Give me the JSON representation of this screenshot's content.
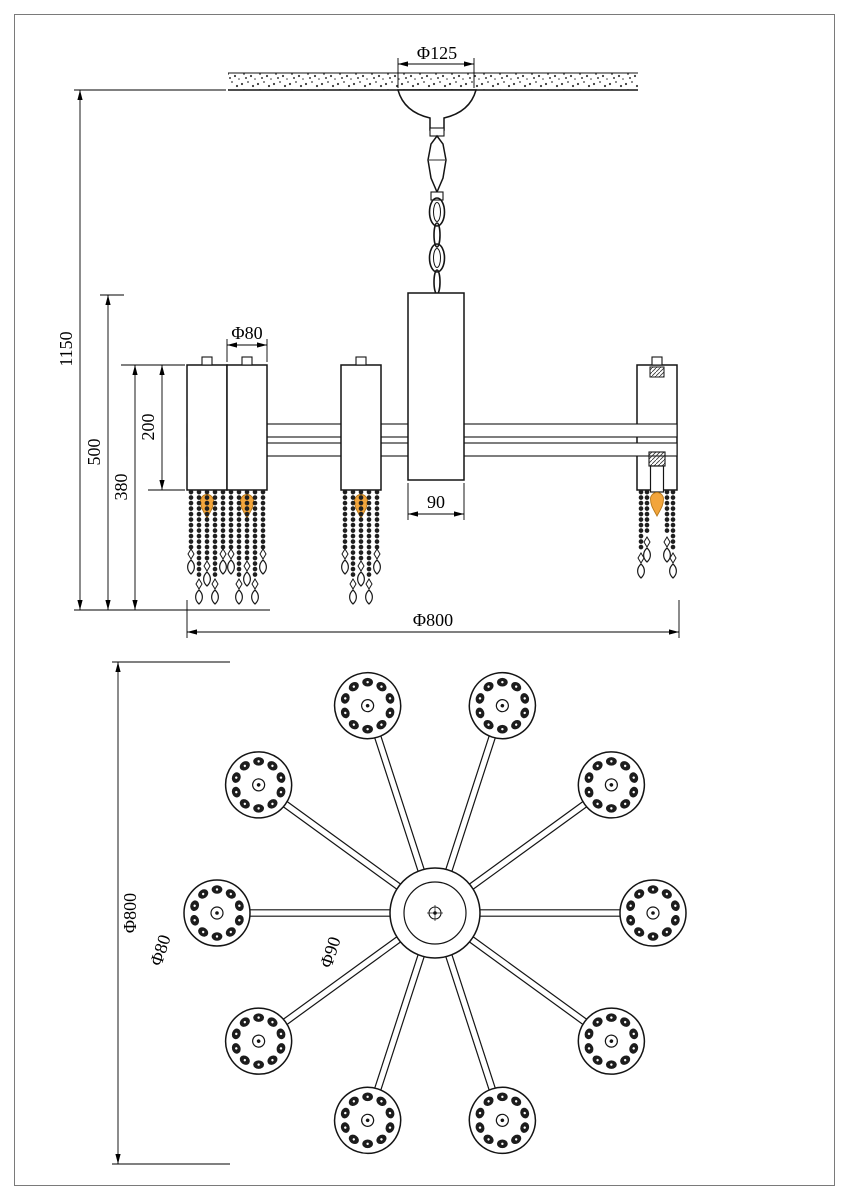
{
  "drawing": {
    "side_view": {
      "canopy_diameter": "Φ125",
      "total_height": "1150",
      "body_drop": "500",
      "shade_drop": "380",
      "shade_height": "200",
      "shade_diameter": "Φ80",
      "stem_width": "90",
      "overall_width": "Φ800"
    },
    "plan_view": {
      "overall_diameter": "Φ800",
      "shade_diameter": "Φ80",
      "hub_diameter": "Φ90"
    }
  },
  "colors": {
    "line": "#141414",
    "flame": "#F2A53C",
    "flame_stroke": "#B87818",
    "background": "#ffffff"
  }
}
